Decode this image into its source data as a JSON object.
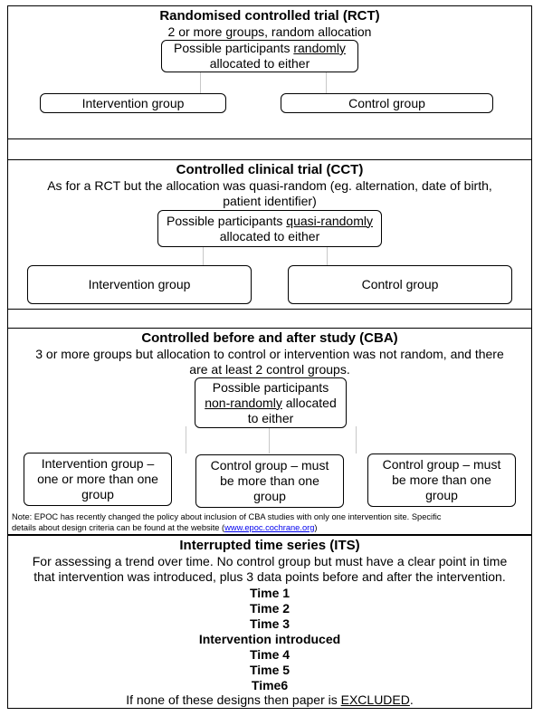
{
  "rct": {
    "title": "Randomised controlled trial (RCT)",
    "desc": "2 or more groups, random allocation",
    "pp_before": "Possible participants ",
    "pp_underlined": "randomly",
    "pp_after": "allocated to either",
    "group1": "Intervention group",
    "group2": "Control group"
  },
  "cct": {
    "title": "Controlled clinical trial (CCT)",
    "desc_line1": "As for a RCT but the allocation was quasi-random (eg. alternation, date of birth,",
    "desc_line2": "patient identifier)",
    "pp_before": "Possible participants ",
    "pp_underlined": "quasi-randomly",
    "pp_after": "allocated to either",
    "group1": "Intervention group",
    "group2": "Control group"
  },
  "cba": {
    "title": "Controlled before and after study (CBA)",
    "desc_line1": "3 or more groups but allocation to control or intervention was not random, and there",
    "desc_line2": "are at least 2 control groups.",
    "pp_line1": "Possible participants",
    "pp_underlined": "non-randomly",
    "pp_rest": " allocated",
    "pp_line3": "to either",
    "group1_line1": "Intervention group –",
    "group1_line2": "one or more than one",
    "group1_line3": "group",
    "group2_line1": "Control group – must",
    "group2_line2": "be more than one",
    "group2_line3": "group",
    "group3_line1": "Control group – must",
    "group3_line2": "be more than one",
    "group3_line3": "group",
    "note_line1": "Note: EPOC has recently changed the policy about inclusion of CBA studies with only one intervention site. Specific",
    "note_line2_before": "details about design criteria can be found at the website (",
    "note_link": "www.epoc.cochrane.org",
    "note_line2_after": ")"
  },
  "its": {
    "title": "Interrupted time series (ITS)",
    "desc_line1": "For assessing a trend over time. No control group but must have a clear point in time",
    "desc_line2": "that intervention was introduced, plus 3 data points before and after the intervention.",
    "time1": "Time 1",
    "time2": "Time 2",
    "time3": "Time 3",
    "intervention": "Intervention introduced",
    "time4": "Time 4",
    "time5": "Time 5",
    "time6": "Time6",
    "excluded_before": "If none of these designs then paper is ",
    "excluded_word": "EXCLUDED",
    "excluded_after": "."
  }
}
